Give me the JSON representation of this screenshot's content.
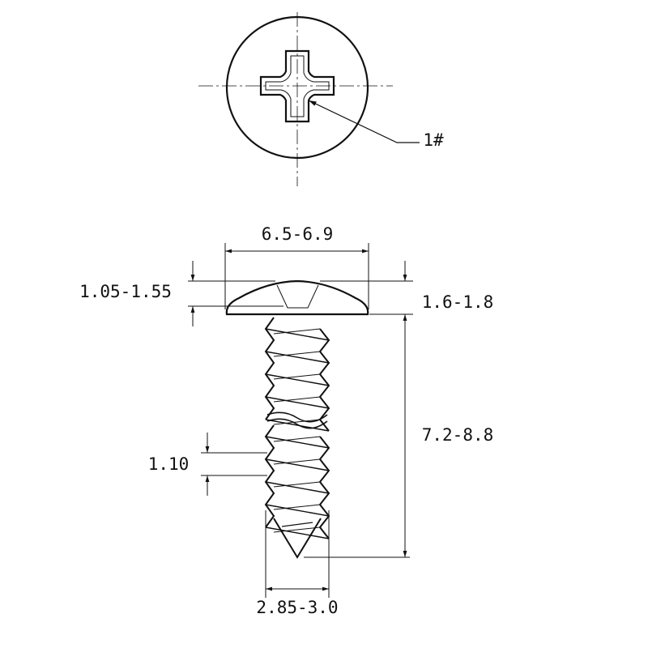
{
  "callout": {
    "label": "1#"
  },
  "dimensions": {
    "head_diameter": "6.5-6.9",
    "head_recess_depth": "1.05-1.55",
    "head_height": "1.6-1.8",
    "length": "7.2-8.8",
    "thread_pitch": "1.10",
    "thread_diameter": "2.85-3.0"
  },
  "colors": {
    "line": "#111111",
    "background": "#ffffff"
  }
}
